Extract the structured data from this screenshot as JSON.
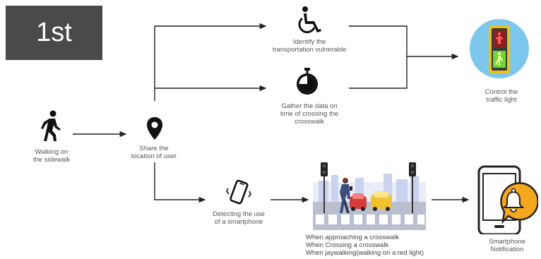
{
  "badge": "1st",
  "nodes": {
    "walking": [
      "Walking on",
      "the sidewalk"
    ],
    "share": [
      "Share the",
      "location of user"
    ],
    "identify": [
      "Identify the",
      "transportation vulnerable"
    ],
    "gather": [
      "Gather the data on",
      "time of crossing the",
      "crosswalk"
    ],
    "control": [
      "Control the",
      "traffic light"
    ],
    "detect": [
      "Detecting the use",
      "of a smartphone"
    ],
    "scenarios": [
      "When approaching a crosswalk",
      "When Crossing a crosswalk",
      "When jaywalking(walking on a red light)"
    ],
    "notify": [
      "Smartphone",
      "Notification"
    ]
  },
  "icons": {
    "walking": "pedestrian-icon",
    "share": "location-pin-icon",
    "identify": "wheelchair-icon",
    "gather": "stopwatch-icon",
    "control": "traffic-light-icon",
    "detect": "smartphone-vibrate-icon",
    "scene": "crosswalk-scene-illustration",
    "notify": "smartphone-bell-icon"
  },
  "colors": {
    "badge_bg": "#4a4a4a",
    "badge_text": "#ffffff",
    "line": "#222222",
    "traffic_circle": "#7cc7ec",
    "traffic_body": "#e8c21a",
    "bell_circle": "#f4a81d"
  }
}
